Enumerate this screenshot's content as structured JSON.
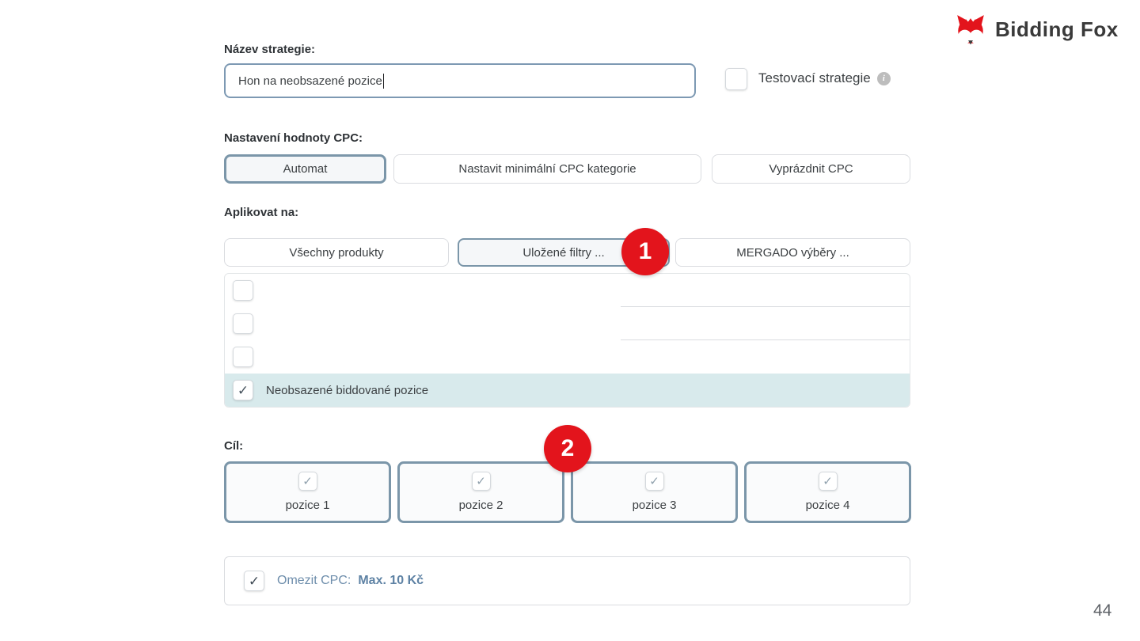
{
  "brand": {
    "name": "Bidding Fox"
  },
  "page_number": "44",
  "icons": {
    "check": "✓",
    "info": "i"
  },
  "colors": {
    "accent_red": "#e3141c",
    "selected_border": "#7b96a9",
    "input_border": "#7d99b3",
    "highlight_row_bg": "#d8eaec",
    "limit_text_blue": "#6d8dab"
  },
  "form": {
    "name": {
      "label": "Název strategie:",
      "value": "Hon na neobsazené pozice"
    },
    "test_strategy": {
      "label": "Testovací strategie",
      "checked": false
    },
    "cpc": {
      "label": "Nastavení hodnoty CPC:",
      "options": [
        {
          "label": "Automat",
          "selected": true
        },
        {
          "label": "Nastavit minimální CPC kategorie",
          "selected": false
        },
        {
          "label": "Vyprázdnit CPC",
          "selected": false
        }
      ]
    },
    "apply": {
      "label": "Aplikovat na:",
      "badge": "1",
      "options": [
        {
          "label": "Všechny produkty",
          "selected": false
        },
        {
          "label": "Uložené filtry ...",
          "selected": true
        },
        {
          "label": "MERGADO výběry ...",
          "selected": false
        }
      ]
    },
    "filters": {
      "rows": [
        {
          "label": "",
          "checked": false
        },
        {
          "label": "",
          "checked": false
        },
        {
          "label": "",
          "checked": false
        },
        {
          "label": "Neobsazené biddované pozice",
          "checked": true
        }
      ]
    },
    "goal": {
      "label": "Cíl:",
      "badge": "2",
      "options": [
        {
          "label": "pozice 1",
          "checked": true
        },
        {
          "label": "pozice 2",
          "checked": true
        },
        {
          "label": "pozice 3",
          "checked": true
        },
        {
          "label": "pozice 4",
          "checked": true
        }
      ]
    },
    "cpc_limit": {
      "label": "Omezit CPC:",
      "value": "Max. 10 Kč",
      "checked": true
    }
  }
}
